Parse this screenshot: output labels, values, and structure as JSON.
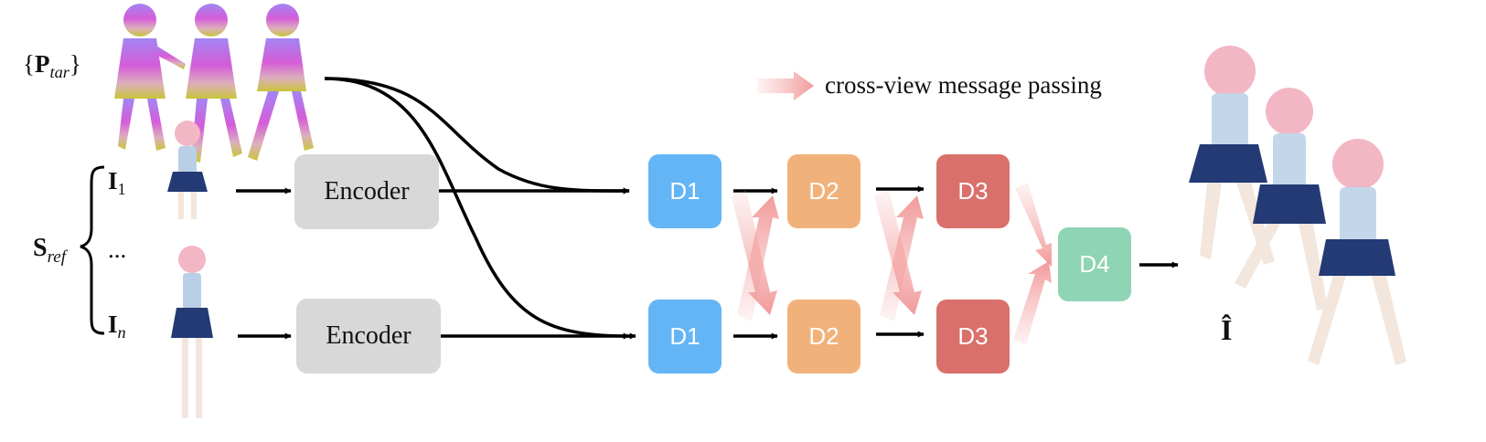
{
  "labels": {
    "ptar_brace_open": "{",
    "ptar_symbol": "P",
    "ptar_sub": "tar",
    "ptar_brace_close": "}",
    "sref_symbol": "S",
    "sref_sub": "ref",
    "i1_symbol": "I",
    "i1_sub": "1",
    "ellipsis": "...",
    "in_symbol": "I",
    "in_sub": "n",
    "output_symbol": "Î"
  },
  "encoders": [
    "Encoder",
    "Encoder"
  ],
  "decoders": {
    "d1_top": "D1",
    "d2_top": "D2",
    "d3_top": "D3",
    "d1_bot": "D1",
    "d2_bot": "D2",
    "d3_bot": "D3",
    "d4": "D4"
  },
  "legend": {
    "label": "cross-view message passing"
  },
  "colors": {
    "encoder_fill": "#d8d8d8",
    "d1": "#64b5f6",
    "d2": "#f0b27a",
    "d3": "#d9706b",
    "d4": "#8fd4b4",
    "message_arrow": "#f4a3a3"
  },
  "icons": [
    "pose-map-figure",
    "reference-character-figure",
    "generated-character-figure"
  ]
}
